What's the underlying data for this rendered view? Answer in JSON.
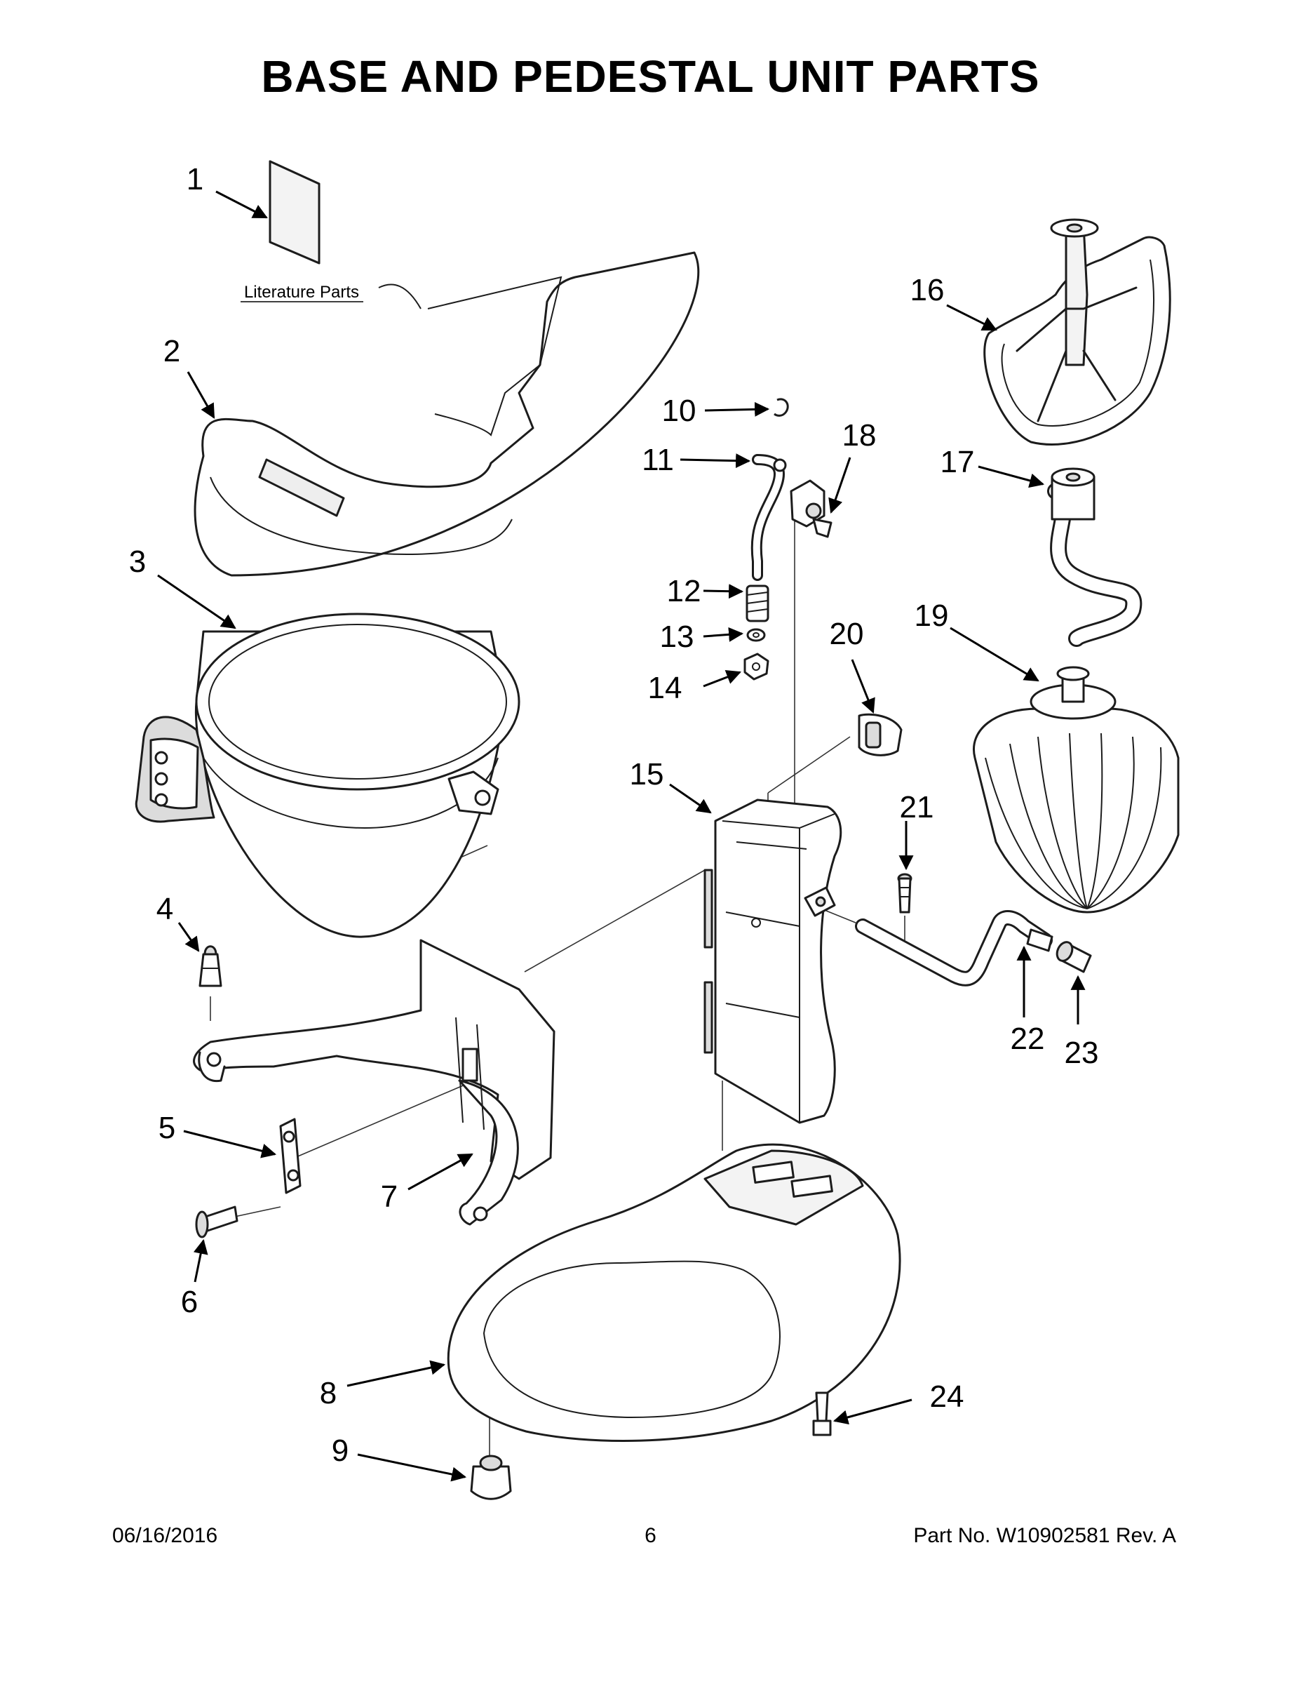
{
  "title": "BASE AND PEDESTAL UNIT PARTS",
  "literature_label": "Literature Parts",
  "callouts": [
    "1",
    "2",
    "3",
    "4",
    "5",
    "6",
    "7",
    "8",
    "9",
    "10",
    "11",
    "12",
    "13",
    "14",
    "15",
    "16",
    "17",
    "18",
    "19",
    "20",
    "21",
    "22",
    "23",
    "24"
  ],
  "footer": {
    "date": "06/16/2016",
    "page": "6",
    "part_no": "Part No.  W10902581  Rev.  A"
  }
}
